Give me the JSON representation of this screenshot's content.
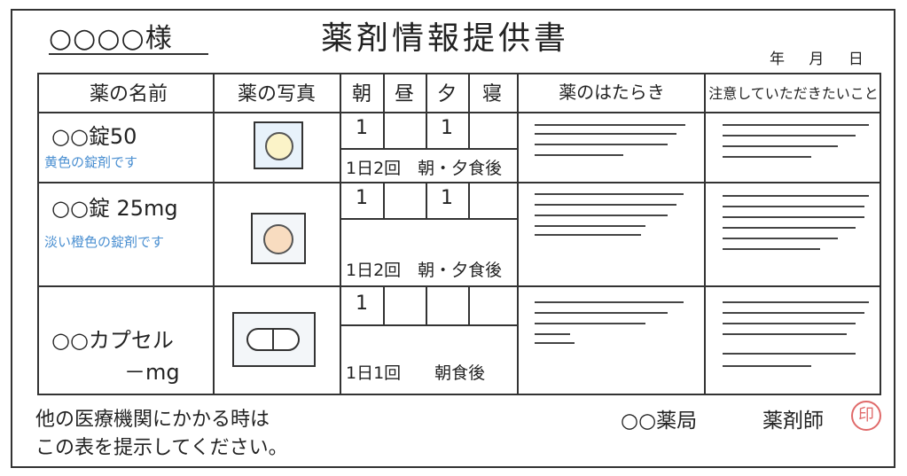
{
  "header": {
    "patient": "○○○○様",
    "title": "薬剤情報提供書",
    "date_year": "年",
    "date_month": "月",
    "date_day": "日"
  },
  "columns": {
    "name": "薬の名前",
    "photo": "薬の写真",
    "morning": "朝",
    "noon": "昼",
    "evening": "夕",
    "bedtime": "寝",
    "effect": "薬のはたらき",
    "notes": "注意していただきたいこと"
  },
  "rows": [
    {
      "name": "○○錠50",
      "desc": "黄色の錠剤です",
      "morning": "1",
      "noon": "",
      "evening": "1",
      "bedtime": "",
      "frequency": "1日2回　朝・夕食後"
    },
    {
      "name": "○○錠 25mg",
      "desc": "淡い橙色の錠剤です",
      "morning": "1",
      "noon": "",
      "evening": "1",
      "bedtime": "",
      "frequency": "1日2回　朝・夕食後"
    },
    {
      "name": "○○カプセル",
      "name2": "－mg",
      "desc": "",
      "morning": "1",
      "noon": "",
      "evening": "",
      "bedtime": "",
      "frequency": "1日1回　　朝食後"
    }
  ],
  "footer": {
    "note_line1": "他の医療機関にかかる時は",
    "note_line2": "この表を提示してください。",
    "pharmacy": "○○薬局",
    "pharmacist": "薬剤師",
    "seal": "印"
  },
  "colors": {
    "desc_text": "#4a8fd1",
    "seal": "#e06a6a",
    "tablet_yellow": "#fbf3c8",
    "tablet_orange": "#f8dcc0",
    "photo_bg": "#e8f2fb"
  }
}
